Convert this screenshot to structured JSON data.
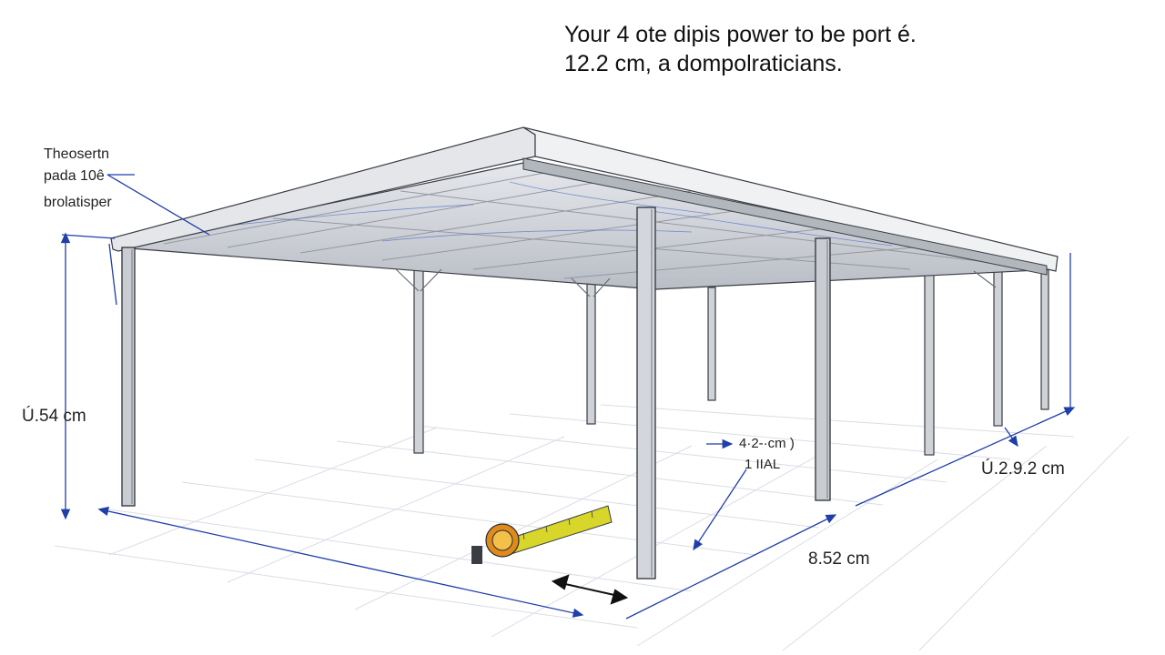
{
  "header": {
    "line1": "Your 4 ote dipis power to be port é.",
    "line2": "12.2 cm, a dompolraticians."
  },
  "callout": {
    "line1": "Theosertn",
    "line2": "pada 10ê",
    "line3": "brolatisper"
  },
  "dimensions": {
    "height_left": "Ú.54 cm",
    "span_inner": "4·2-·cm )",
    "span_inner_note": "1 IIAL",
    "depth_right": "Ú.2.9.2 cm",
    "width_front": "8.52 cm"
  },
  "colors": {
    "steel": "#c9ccd1",
    "steel_shade": "#8e939b",
    "outline": "#3a3d44",
    "dimension_line": "#1f3ea8",
    "floor_grid": "#d9dde6",
    "tape_yellow": "#d8d62a",
    "tape_orange": "#e08a1c"
  },
  "icons": [
    "tape-measure-icon",
    "double-arrow-icon"
  ]
}
